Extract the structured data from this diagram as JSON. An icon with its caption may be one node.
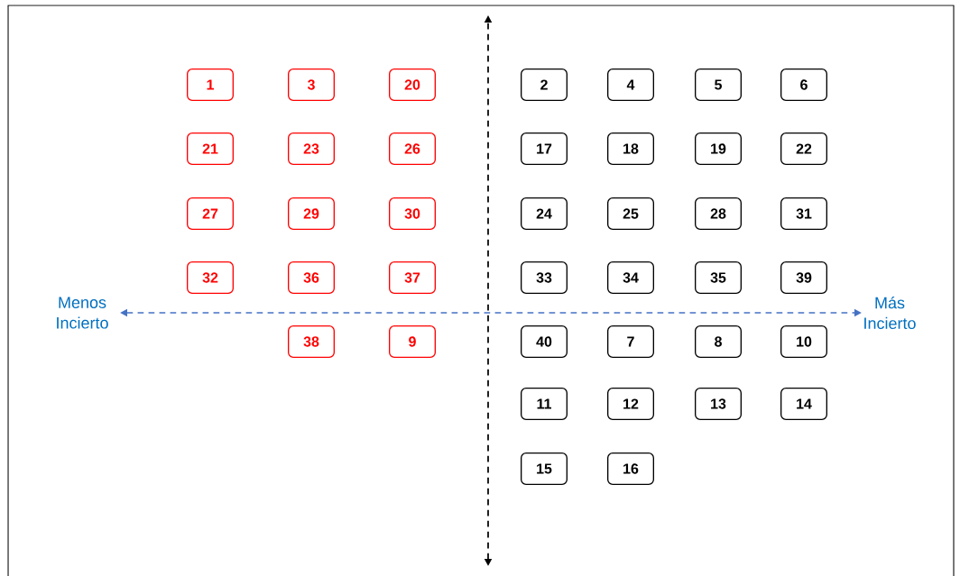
{
  "diagram": {
    "nodes": [
      {
        "text": [
          "1"
        ]
      },
      {
        "text": [
          "3"
        ]
      },
      {
        "text": [
          "20"
        ]
      },
      {
        "text": [
          "2"
        ]
      },
      {
        "text": [
          "4"
        ]
      },
      {
        "text": [
          "5"
        ]
      },
      {
        "text": [
          "6"
        ]
      },
      {
        "text": [
          "21"
        ]
      },
      {
        "text": [
          "23"
        ]
      },
      {
        "text": [
          "26"
        ]
      },
      {
        "text": [
          "17"
        ]
      },
      {
        "text": [
          "18"
        ]
      },
      {
        "text": [
          "19"
        ]
      },
      {
        "text": [
          "22"
        ]
      },
      {
        "text": [
          "27"
        ]
      },
      {
        "text": [
          "29"
        ]
      },
      {
        "text": [
          "30"
        ]
      },
      {
        "text": [
          "24"
        ]
      },
      {
        "text": [
          "25"
        ]
      },
      {
        "text": [
          "28"
        ]
      },
      {
        "text": [
          "31"
        ]
      },
      {
        "text": [
          "32"
        ]
      },
      {
        "text": [
          "36"
        ]
      },
      {
        "text": [
          "37"
        ]
      },
      {
        "text": [
          "33"
        ]
      },
      {
        "text": [
          "34"
        ]
      },
      {
        "text": [
          "35"
        ]
      },
      {
        "text": [
          "39"
        ]
      },
      {
        "text": [
          "38"
        ]
      },
      {
        "text": [
          "9"
        ]
      },
      {
        "text": [
          "40"
        ]
      },
      {
        "text": [
          "7"
        ]
      },
      {
        "text": [
          "8"
        ]
      },
      {
        "text": [
          "10"
        ]
      },
      {
        "text": [
          "11"
        ]
      },
      {
        "text": [
          "12"
        ]
      },
      {
        "text": [
          "13"
        ]
      },
      {
        "text": [
          "14"
        ]
      },
      {
        "text": [
          "15"
        ]
      },
      {
        "text": [
          "16"
        ]
      }
    ],
    "edges": [],
    "labels": [
      "Menos Incierto",
      "Más Incierto"
    ]
  }
}
